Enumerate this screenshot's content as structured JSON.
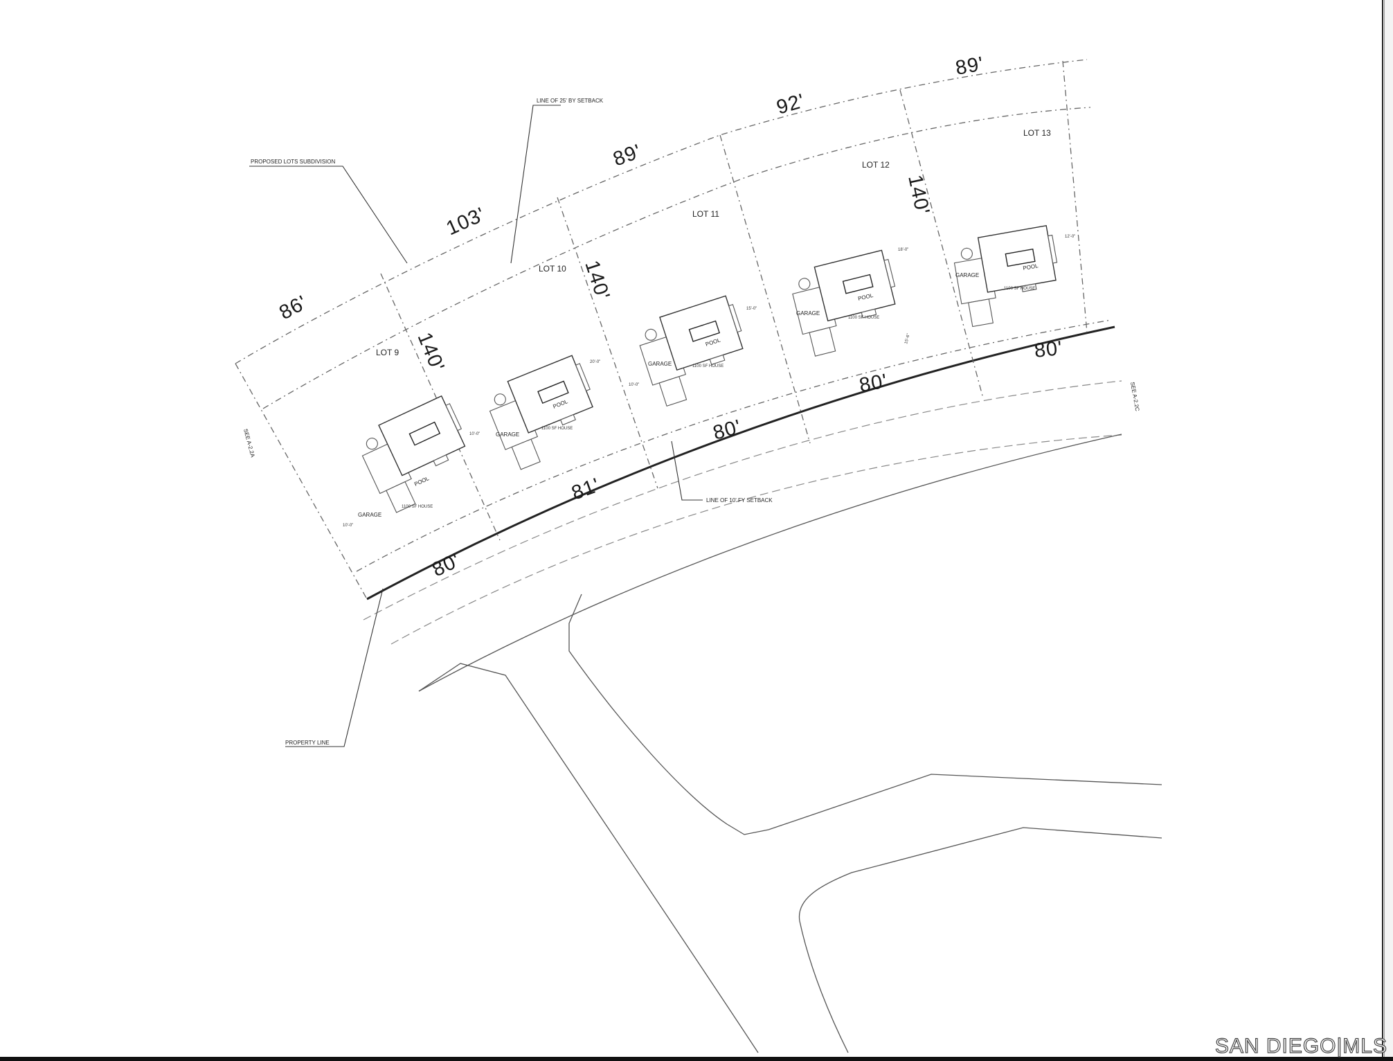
{
  "site_plan": {
    "lots": [
      {
        "label": "LOT 9",
        "garage": "GARAGE",
        "pool": "POOL",
        "house": "1100 SF HOUSE"
      },
      {
        "label": "LOT 10",
        "garage": "GARAGE",
        "pool": "POOL",
        "house": "1100 SF HOUSE"
      },
      {
        "label": "LOT 11",
        "garage": "GARAGE",
        "pool": "POOL",
        "house": "1100 SF HOUSE"
      },
      {
        "label": "LOT 12",
        "garage": "GARAGE",
        "pool": "POOL",
        "house": "1100 SF HOUSE"
      },
      {
        "label": "LOT 13",
        "garage": "GARAGE",
        "pool": "POOL",
        "house": "1100 SF HOUSE"
      }
    ],
    "rear_dimensions": [
      "86'",
      "103'",
      "89'",
      "92'",
      "89'"
    ],
    "side_dimensions": [
      "140'",
      "140'",
      "140'"
    ],
    "front_dimensions": [
      "80'",
      "81'",
      "80'",
      "80'",
      "80'"
    ],
    "callouts": {
      "proposed_lots": "PROPOSED LOTS SUBDIVISION",
      "rear_setback": "LINE OF 25' BY SETBACK",
      "front_setback": "LINE OF 10' FY SETBACK",
      "property_line": "PROPERTY LINE",
      "see_left": "SEE A-2.2A",
      "see_right": "SEE A-2.2C"
    },
    "small_dims": [
      "10'-0\"",
      "10'-0\"",
      "20'-0\"",
      "10'-0\"",
      "15'-0\"",
      "18'-0\"",
      "12'-0\"",
      "15'-6\""
    ]
  },
  "watermark": "SAN DIEGO|MLS"
}
